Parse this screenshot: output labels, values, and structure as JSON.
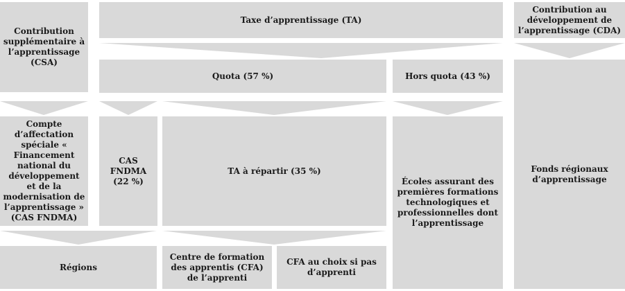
{
  "colors": {
    "box_fill": "#d9d9d9",
    "background": "#ffffff",
    "text": "#1a1a1a"
  },
  "boxes": {
    "csa": "Contribution supplémentaire à l’apprentissage (CSA)",
    "ta": "Taxe d’apprentissage (TA)",
    "cda": "Contribution au développement de l’apprentissage (CDA)",
    "quota": "Quota (57 %)",
    "hors_quota": "Hors quota (43 %)",
    "cas_long": "Compte d’affectation spéciale « Financement national du développement et de la modernisation de l’apprentissage » (CAS FNDMA)",
    "cas_short": "CAS FNDMA (22 %)",
    "ta_repartir": "TA à répartir (35 %)",
    "ecoles": "Écoles assurant des premières formations technologiques et professionnelles dont l’apprentissage",
    "fonds_regionaux": "Fonds régionaux d’apprentissage",
    "regions": "Régions",
    "cfa_apprenti": "Centre de formation des apprentis (CFA) de l’apprenti",
    "cfa_choix": "CFA au choix si pas d’apprenti"
  }
}
